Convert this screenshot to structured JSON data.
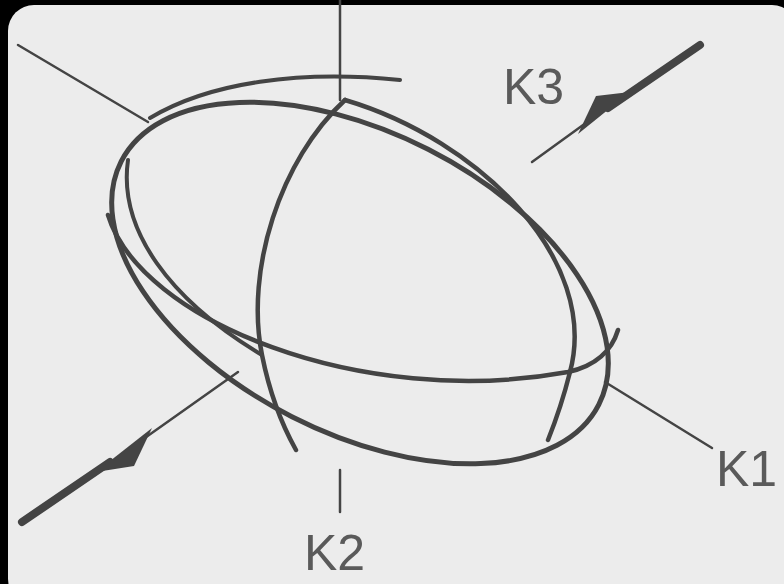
{
  "diagram": {
    "labels": [
      "K3",
      "K1",
      "K2"
    ]
  }
}
